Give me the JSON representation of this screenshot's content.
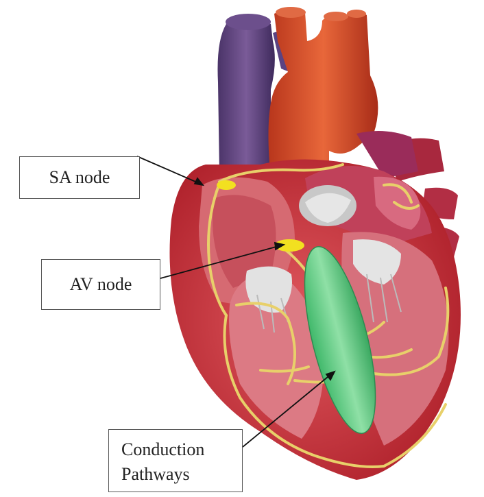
{
  "labels": {
    "sa_node": "SA node",
    "av_node": "AV node",
    "conduction_line1": "Conduction",
    "conduction_line2": "Pathways"
  },
  "colors": {
    "heart_muscle": "#c8343a",
    "heart_inner": "#d9707a",
    "vena_cava": "#5a3f7a",
    "aorta": "#d9502a",
    "conduction_path": "#e8d06a",
    "node_yellow": "#f2e020",
    "bundle_green": "#55c87a",
    "valve": "#d8d8d8"
  }
}
